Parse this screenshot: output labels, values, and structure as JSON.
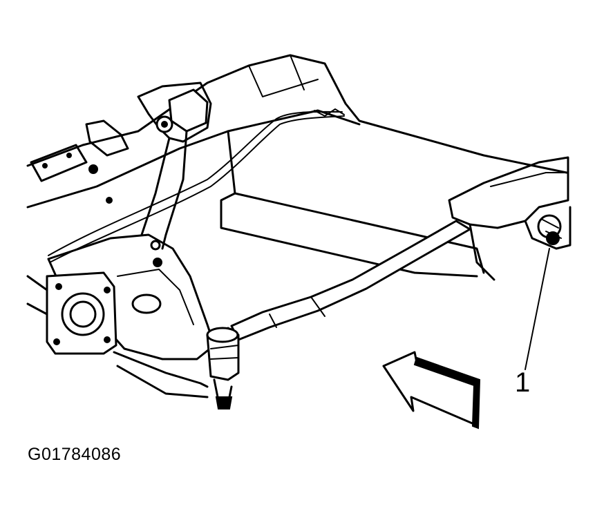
{
  "figure": {
    "figure_id": "G01784086",
    "callouts": [
      {
        "number": "1"
      }
    ],
    "view_direction_arrow": "front-of-vehicle-arrow",
    "colors": {
      "ink": "#000000",
      "paper": "#ffffff"
    }
  }
}
